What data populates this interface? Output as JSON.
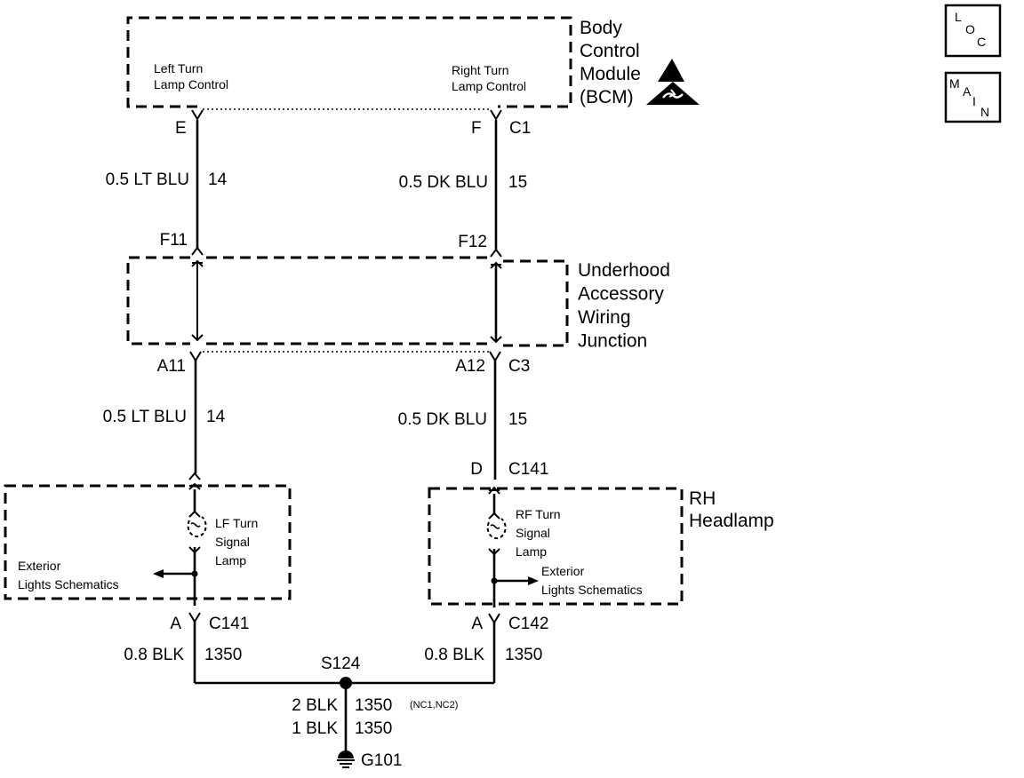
{
  "modules": {
    "bcm": {
      "title": "Body\nControl\nModule\n(BCM)",
      "left_output": "Left Turn\nLamp Control",
      "right_output": "Right Turn\nLamp Control"
    },
    "uawj": {
      "title": "Underhood\nAccessory\nWiring\nJunction"
    },
    "lf_lamp": {
      "label": "LF Turn\nSignal\nLamp",
      "ref": "Exterior\nLights Schematics"
    },
    "rh_headlamp": {
      "title": "RH\nHeadlamp",
      "lamp_label": "RF Turn\nSignal\nLamp",
      "ref": "Exterior\nLights Schematics"
    }
  },
  "connectors": {
    "bcm_left_pin": "E",
    "bcm_right_pin": "F",
    "bcm_connector": "C1",
    "uawj_left_in": "F11",
    "uawj_right_in": "F12",
    "uawj_left_out": "A11",
    "uawj_right_out": "A12",
    "uawj_out_connector": "C3",
    "rh_in_pin": "D",
    "rh_in_connector": "C141",
    "lf_out_pin": "A",
    "lf_out_connector": "C141",
    "rh_out_pin": "A",
    "rh_out_connector": "C142"
  },
  "wires": {
    "left_upper": {
      "gauge_color": "0.5 LT BLU",
      "circuit": "14"
    },
    "right_upper": {
      "gauge_color": "0.5 DK BLU",
      "circuit": "15"
    },
    "left_lower": {
      "gauge_color": "0.5 LT BLU",
      "circuit": "14"
    },
    "right_lower": {
      "gauge_color": "0.5 DK BLU",
      "circuit": "15"
    },
    "left_ground": {
      "gauge_color": "0.8 BLK",
      "circuit": "1350"
    },
    "right_ground": {
      "gauge_color": "0.8 BLK",
      "circuit": "1350"
    },
    "main_ground_a": {
      "gauge_color": "2 BLK",
      "circuit": "1350",
      "note": "(NC1,NC2)"
    },
    "main_ground_b": {
      "gauge_color": "1 BLK",
      "circuit": "1350"
    }
  },
  "splice": "S124",
  "ground": "G101",
  "icons": {
    "loc": {
      "name": "loc-icon",
      "letters": [
        "L",
        "O",
        "C"
      ]
    },
    "main": {
      "name": "main-icon",
      "letters": [
        "M",
        "A",
        "I",
        "N"
      ]
    },
    "esd": {
      "name": "esd-warning-icon"
    }
  }
}
